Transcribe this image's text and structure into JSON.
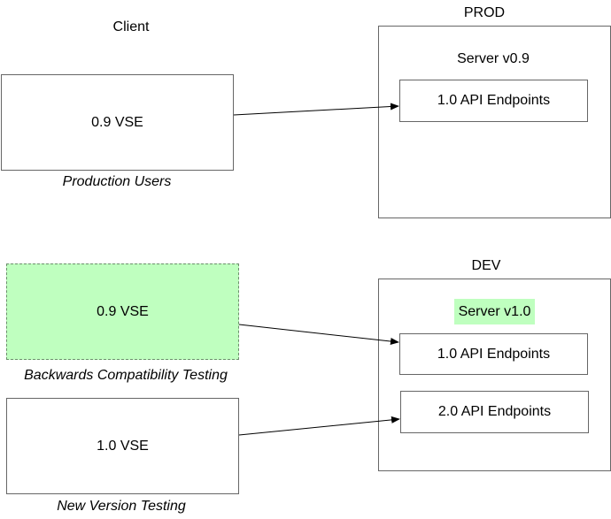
{
  "colors": {
    "highlight": "#bfffbf",
    "border": "#666666",
    "arrow": "#000000"
  },
  "client": {
    "heading": "Client",
    "prod_client_label": "0.9 VSE",
    "prod_client_caption": "Production Users",
    "dev_compat_client_label": "0.9 VSE",
    "dev_compat_client_caption": "Backwards Compatibility Testing",
    "dev_new_client_label": "1.0 VSE",
    "dev_new_client_caption": "New Version Testing"
  },
  "prod": {
    "heading": "PROD",
    "server_label": "Server v0.9",
    "endpoints": [
      "1.0 API Endpoints"
    ]
  },
  "dev": {
    "heading": "DEV",
    "server_label": "Server v1.0",
    "endpoints": [
      "1.0 API Endpoints",
      "2.0 API Endpoints"
    ]
  }
}
